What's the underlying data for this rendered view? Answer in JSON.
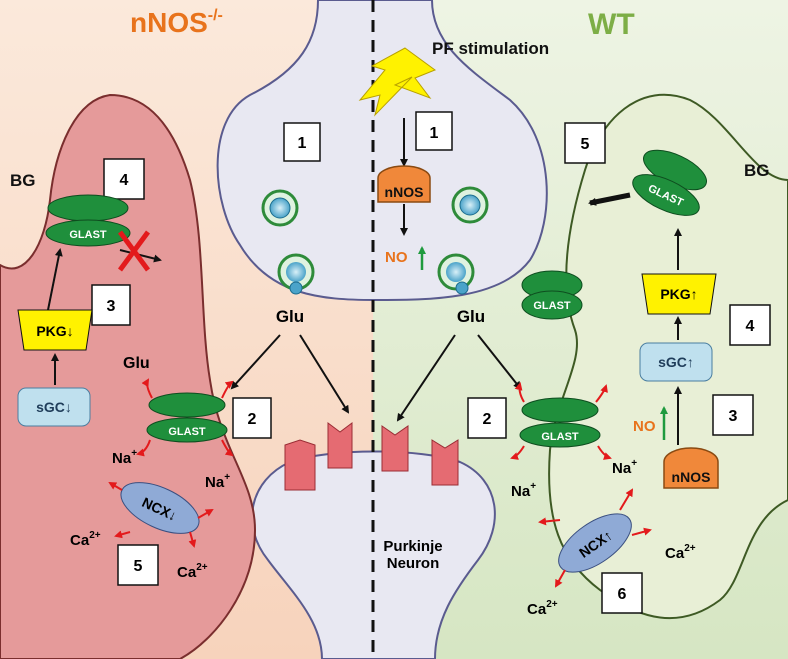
{
  "left_title": {
    "text": "nNOS",
    "sup": "-/-"
  },
  "right_title": "WT",
  "pf_stimulation": "PF stimulation",
  "bg_left": "BG",
  "bg_right": "BG",
  "glu_left": "Glu",
  "glu_right": "Glu",
  "glu_bg_left": "Glu",
  "purkinje": {
    "line1": "Purkinje",
    "line2": "Neuron"
  },
  "left_steps": {
    "s2": "2",
    "s3": "3",
    "s4": "4",
    "s5": "5"
  },
  "right_steps": {
    "s2": "2",
    "s3": "3",
    "s4": "4",
    "s5": "5",
    "s6": "6"
  },
  "presyn_steps": {
    "left": "1",
    "right": "1"
  },
  "nnos_label": "nNOS",
  "no_label": "NO",
  "glast_label": "GLAST",
  "pkg_left": "PKG↓",
  "pkg_right": "PKG↑",
  "sgc_left": "sGC↓",
  "sgc_right": "sGC↑",
  "ncx_left": "NCX↓",
  "ncx_right": "NCX↑",
  "na": "Na",
  "ca": "Ca",
  "sup_plus": "+",
  "sup_2plus": "2+",
  "colors": {
    "title_left": "#E8731C",
    "title_right": "#7DAE46",
    "no_text": "#E8731C",
    "up_arrow": "#1E9A3E",
    "glast": "#1F8F3C",
    "nnos": "#F0883A",
    "pkg": "#FFF200",
    "sgc": "#BFE0EE",
    "ncx": "#8FAAD6",
    "receptor": "#E56B72",
    "left_cell": "#E59A9A",
    "right_cell": "#E8EFD6",
    "ion_arrow": "#E31A1C"
  }
}
